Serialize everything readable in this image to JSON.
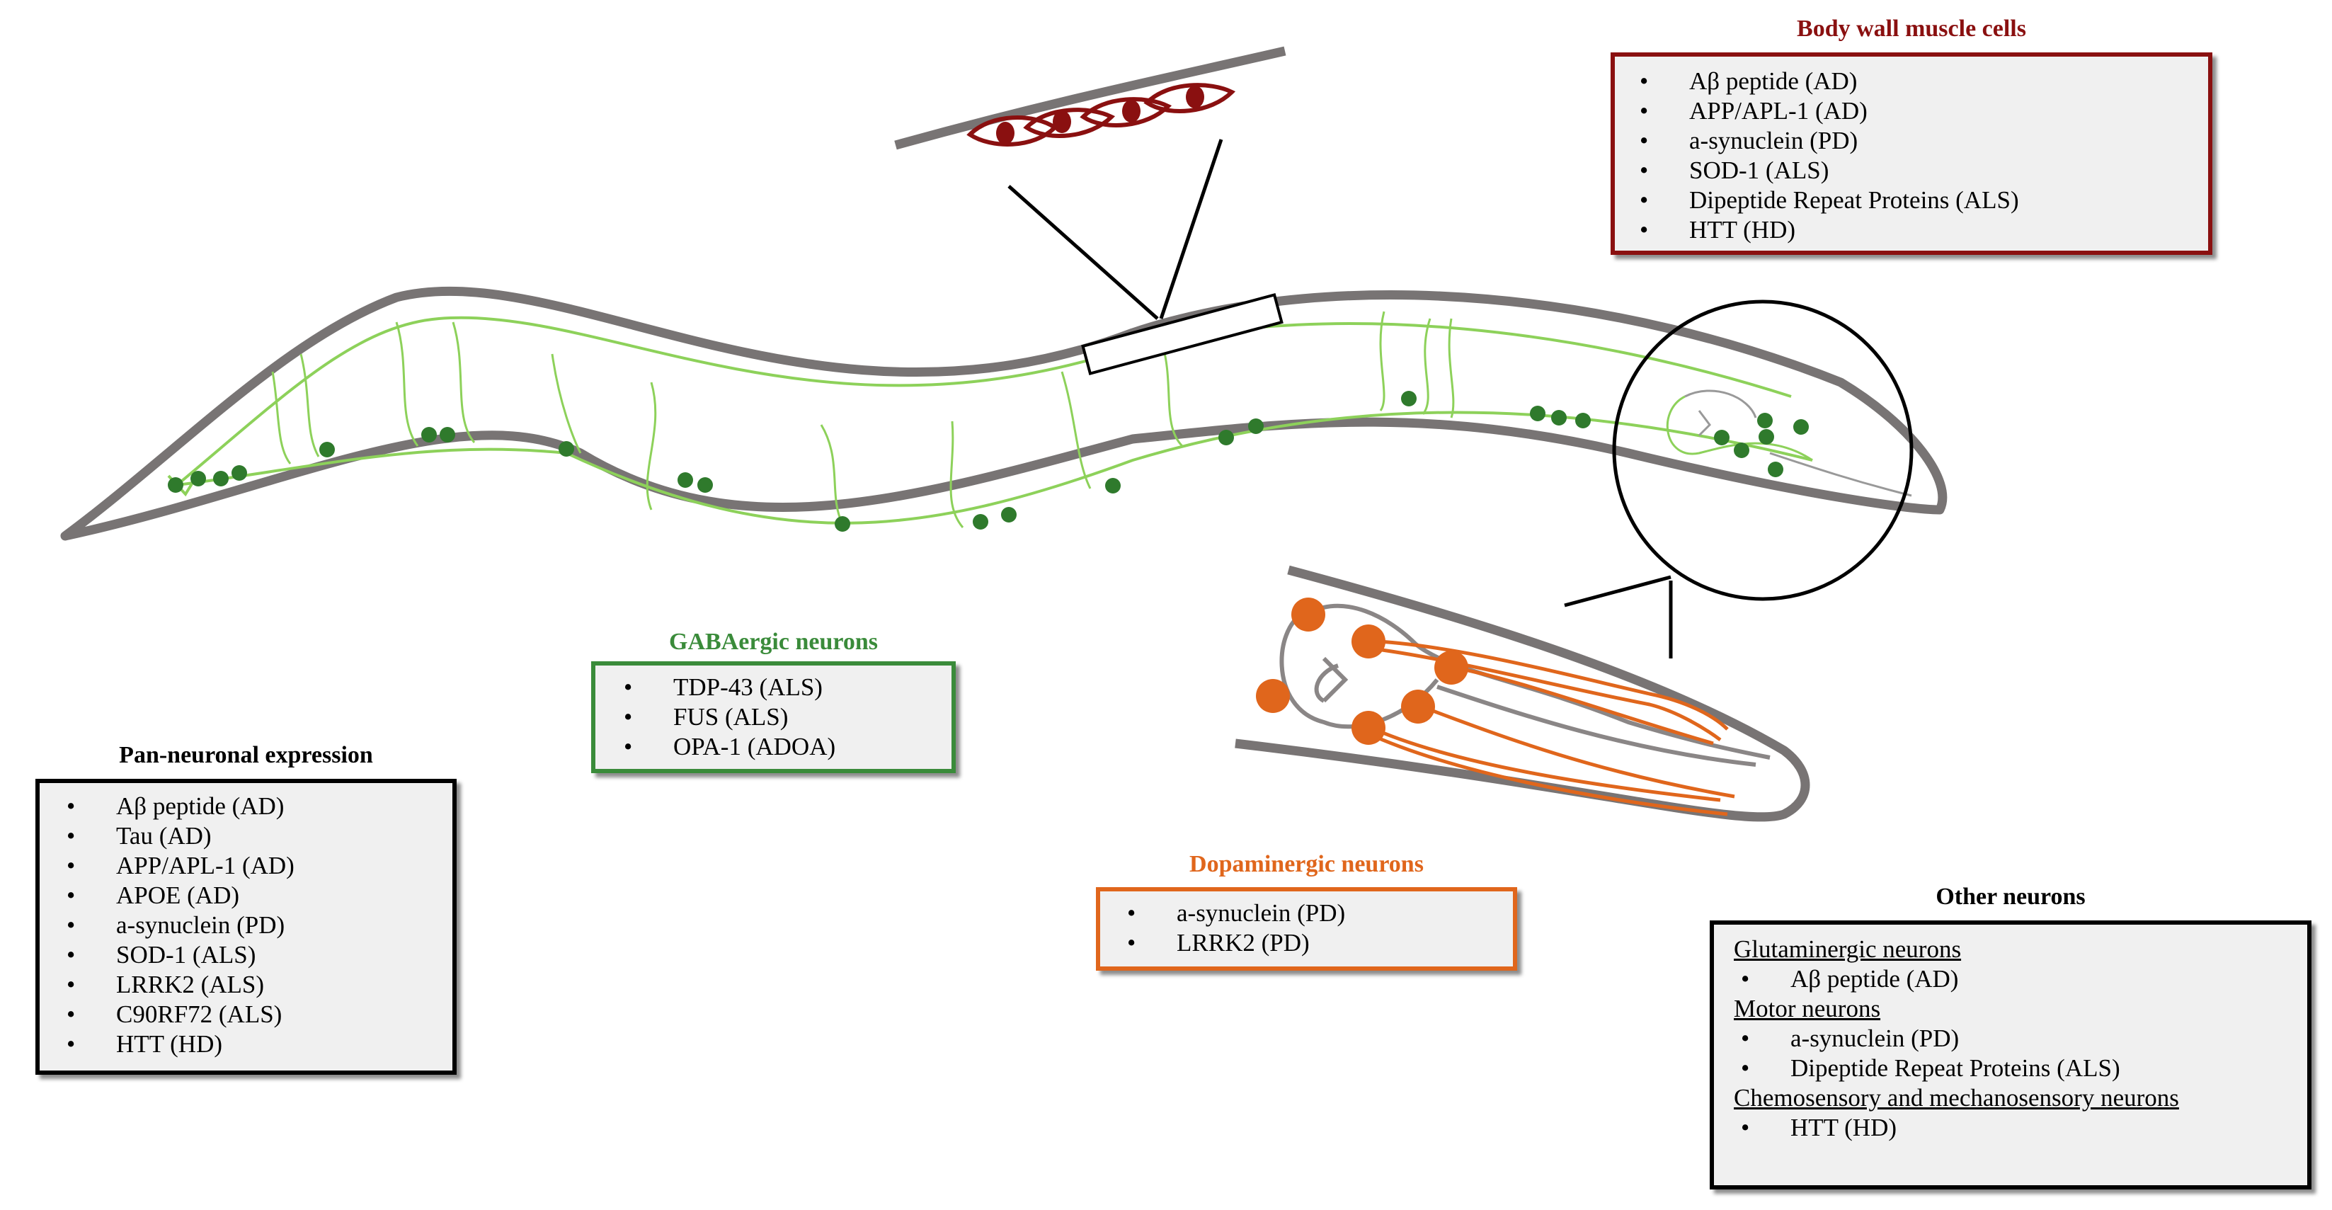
{
  "colors": {
    "body_outline": "#787474",
    "neuron_green": "#8dd15a",
    "green_dot": "#2f7a2c",
    "muscle_red": "#8a1010",
    "dopamine_orange": "#e0661c",
    "gaba_green": "#3a8b3a",
    "box_fill": "#f0f0f0"
  },
  "body_wall": {
    "title": "Body wall muscle cells",
    "items": [
      "Aβ peptide (AD)",
      "APP/APL-1 (AD)",
      "a-synuclein (PD)",
      "SOD-1 (ALS)",
      "Dipeptide Repeat Proteins (ALS)",
      "HTT (HD)"
    ]
  },
  "gaba": {
    "title": "GABAergic neurons",
    "items": [
      "TDP-43 (ALS)",
      "FUS (ALS)",
      "OPA-1 (ADOA)"
    ]
  },
  "pan": {
    "title": "Pan-neuronal expression",
    "items": [
      "Aβ peptide (AD)",
      "Tau (AD)",
      "APP/APL-1 (AD)",
      "APOE (AD)",
      "a-synuclein (PD)",
      "SOD-1 (ALS)",
      "LRRK2 (ALS)",
      "C90RF72 (ALS)",
      "HTT (HD)"
    ]
  },
  "dopa": {
    "title": "Dopaminergic neurons",
    "items": [
      "a-synuclein (PD)",
      "LRRK2 (PD)"
    ]
  },
  "other": {
    "title": "Other neurons",
    "groups": [
      {
        "label": "Glutaminergic neurons",
        "items": [
          "Aβ peptide (AD)"
        ]
      },
      {
        "label": "Motor neurons",
        "items": [
          "a-synuclein (PD)",
          "Dipeptide Repeat Proteins (ALS)"
        ]
      },
      {
        "label": "Chemosensory and mechanosensory neurons",
        "items": [
          "HTT (HD)"
        ]
      }
    ]
  }
}
